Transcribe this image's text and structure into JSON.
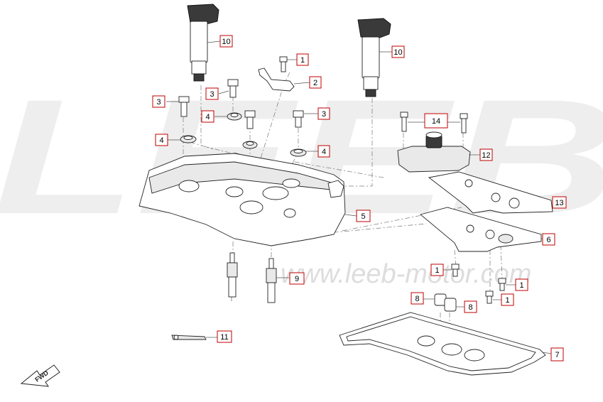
{
  "watermark": {
    "brand_letters": "LEEB",
    "website": "www.leeb-motor.com"
  },
  "colors": {
    "callout_border": "#c00000",
    "watermark": "#eeeeee",
    "line": "#222222"
  },
  "fwd_badge": {
    "label": "FWD",
    "icon": "forward-arrow-icon"
  },
  "callouts": [
    {
      "id": "c-10a",
      "label": "10"
    },
    {
      "id": "c-10b",
      "label": "10"
    },
    {
      "id": "c-1a",
      "label": "1"
    },
    {
      "id": "c-2",
      "label": "2"
    },
    {
      "id": "c-3a",
      "label": "3"
    },
    {
      "id": "c-3b",
      "label": "3"
    },
    {
      "id": "c-3c",
      "label": "3"
    },
    {
      "id": "c-4a",
      "label": "4"
    },
    {
      "id": "c-4b",
      "label": "4"
    },
    {
      "id": "c-4c",
      "label": "4"
    },
    {
      "id": "c-14",
      "label": "14"
    },
    {
      "id": "c-12",
      "label": "12"
    },
    {
      "id": "c-13",
      "label": "13"
    },
    {
      "id": "c-5",
      "label": "5"
    },
    {
      "id": "c-6",
      "label": "6"
    },
    {
      "id": "c-9",
      "label": "9"
    },
    {
      "id": "c-1b",
      "label": "1"
    },
    {
      "id": "c-1c",
      "label": "1"
    },
    {
      "id": "c-1d",
      "label": "1"
    },
    {
      "id": "c-8a",
      "label": "8"
    },
    {
      "id": "c-8b",
      "label": "8"
    },
    {
      "id": "c-11",
      "label": "11"
    },
    {
      "id": "c-7",
      "label": "7"
    }
  ]
}
